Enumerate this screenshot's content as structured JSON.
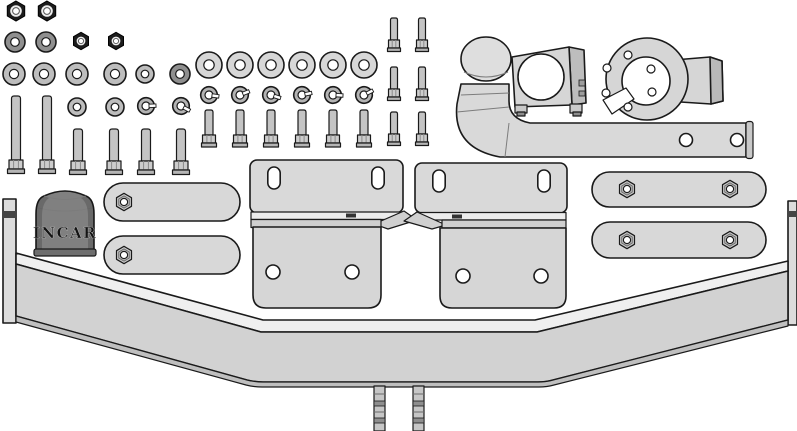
{
  "figure": {
    "kind": "towbar-mounting-kit-parts-diagram",
    "background": "#ffffff"
  },
  "cap": {
    "brand_text": "INCAR"
  },
  "colors": {
    "outline": "#1a1a1a",
    "part_fill": "#d6d6d6",
    "part_top_fill": "#efefef",
    "part_side_fill": "#bdbdbd",
    "bolt_fill": "#c4c4c4",
    "washer_fill": "#bdbdbd",
    "washer_large_fill": "#d7d7d7",
    "dark_hardware": "#1c1c1c",
    "cap_fill": "#808080"
  },
  "parts": {
    "hardware_top_left": {
      "flange_nuts": 2,
      "hex_nuts": 2,
      "flat_washers_gray": 2,
      "flat_washers": 6,
      "spring_washers": 2,
      "long_bolts": 2,
      "medium_bolts": 4
    },
    "hardware_top_middle": {
      "flat_washers_large": 6,
      "spring_washers": 6,
      "short_bolts": 6
    },
    "hardware_bolt_column": {
      "small_bolts": 6
    },
    "major_parts": {
      "swan_neck_tow_ball": 1,
      "ball_clamp_bracket": 1,
      "socket_mounting_plate": 1,
      "backing_plates_single_nut": 2,
      "side_mounting_brackets": 2,
      "backing_plates_double_nut": 2,
      "ball_cover_cap": 1,
      "crossbeam": 1,
      "welded_studs": 2
    }
  }
}
